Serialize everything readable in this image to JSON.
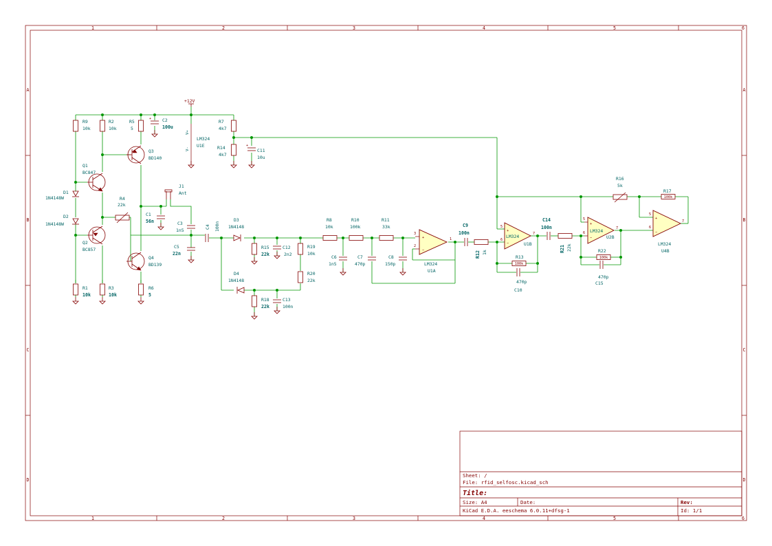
{
  "frame": {
    "column_labels": [
      "1",
      "2",
      "3",
      "4",
      "5",
      "6"
    ],
    "row_labels": [
      "A",
      "B",
      "C",
      "D"
    ]
  },
  "title_block": {
    "sheet": "Sheet: /",
    "file": "File: rfid_selfosc.kicad_sch",
    "title": "Title:",
    "size": "Size: A4",
    "date": "Date:",
    "rev": "Rev:",
    "tool": "KiCad E.D.A.  eeschema 6.0.11+dfsg-1",
    "id": "Id: 1/1"
  },
  "power": {
    "vplus": "+12V"
  },
  "pin_labels": {
    "vplus": "V+",
    "vminus": "V-"
  },
  "components": {
    "R9": {
      "ref": "R9",
      "value": "10k"
    },
    "R2": {
      "ref": "R2",
      "value": "10k"
    },
    "R5": {
      "ref": "R5",
      "value": "5"
    },
    "C2": {
      "ref": "C2",
      "value": "100u"
    },
    "U1E": {
      "ref": "U1E",
      "value": "LM324"
    },
    "R7": {
      "ref": "R7",
      "value": "4k7"
    },
    "R14": {
      "ref": "R14",
      "value": "4k7"
    },
    "C11": {
      "ref": "C11",
      "value": "10u"
    },
    "Q3": {
      "ref": "Q3",
      "value": "BD140"
    },
    "Q1": {
      "ref": "Q1",
      "value": "BC847"
    },
    "D1": {
      "ref": "D1",
      "value": "1N4148W"
    },
    "D2": {
      "ref": "D2",
      "value": "1N4148W"
    },
    "R4": {
      "ref": "R4",
      "value": "22k"
    },
    "J1": {
      "ref": "J1",
      "value": "Ant"
    },
    "C1": {
      "ref": "C1",
      "value": "56n"
    },
    "C3": {
      "ref": "C3",
      "value": "1n5"
    },
    "C4": {
      "ref": "C4",
      "value": "100n"
    },
    "C5": {
      "ref": "C5",
      "value": "22n"
    },
    "Q2": {
      "ref": "Q2",
      "value": "BC857"
    },
    "Q4": {
      "ref": "Q4",
      "value": "BD139"
    },
    "R1": {
      "ref": "R1",
      "value": "10k"
    },
    "R3": {
      "ref": "R3",
      "value": "10k"
    },
    "R6": {
      "ref": "R6",
      "value": "5"
    },
    "D3": {
      "ref": "D3",
      "value": "1N4148"
    },
    "D4": {
      "ref": "D4",
      "value": "1N4148"
    },
    "R15": {
      "ref": "R15",
      "value": "22k"
    },
    "C12": {
      "ref": "C12",
      "value": "2n2"
    },
    "R19": {
      "ref": "R19",
      "value": "10k"
    },
    "R20": {
      "ref": "R20",
      "value": "22k"
    },
    "R18": {
      "ref": "R18",
      "value": "22k"
    },
    "C13": {
      "ref": "C13",
      "value": "100n"
    },
    "R8": {
      "ref": "R8",
      "value": "10k"
    },
    "R10": {
      "ref": "R10",
      "value": "100k"
    },
    "R11": {
      "ref": "R11",
      "value": "33k"
    },
    "C6": {
      "ref": "C6",
      "value": "1n5"
    },
    "C7": {
      "ref": "C7",
      "value": "470p"
    },
    "C8": {
      "ref": "C8",
      "value": "150p"
    },
    "U1A": {
      "ref": "U1A",
      "value": "LM324"
    },
    "C9": {
      "ref": "C9",
      "value": "100n"
    },
    "R12": {
      "ref": "R12",
      "value": "1k"
    },
    "U1B": {
      "ref": "U1B",
      "value": "LM324"
    },
    "R13": {
      "ref": "R13",
      "value": "100k"
    },
    "C10": {
      "ref": "C10",
      "value": "470p"
    },
    "C14": {
      "ref": "C14",
      "value": "100n"
    },
    "R21": {
      "ref": "R21",
      "value": "22k"
    },
    "U2B": {
      "ref": "U2B",
      "value": "LM324"
    },
    "R22": {
      "ref": "R22",
      "value": "100k"
    },
    "C15": {
      "ref": "C15",
      "value": "470p"
    },
    "R16": {
      "ref": "R16",
      "value": "5k"
    },
    "R17": {
      "ref": "R17",
      "value": "100k"
    },
    "U4B": {
      "ref": "U4B",
      "value": "LM324"
    }
  }
}
